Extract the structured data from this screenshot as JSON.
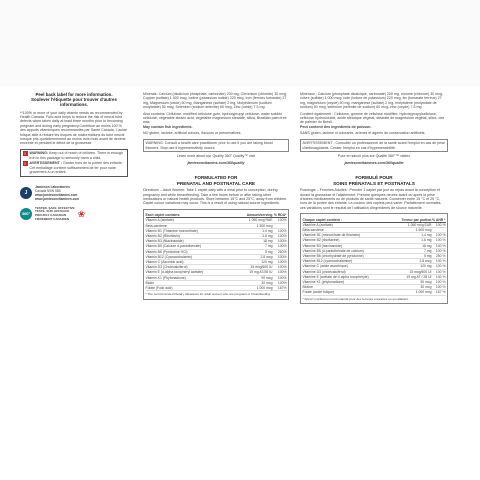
{
  "left": {
    "title_en": "Peel back label for more information.",
    "title_fr": "Soulever l'étiquette pour trouver d'autres informations.",
    "p1": "**100% or more of your daily vitamin needs as recommended by Health Canada. Folic acid helps to reduce the risk of neural tube defects when taken daily at least three months prior to becoming pregnant and during early pregnancy.Contribue au moins 100 % des apports vitaminiques recommandés par Santé Canada. L'acide folique aide à réduire les risques de malformations du tube neural lorsque pris quotidiennement au moins trois mois avant de devenir enceinte et pendant le début de la grossesse",
    "warn_en_label": "WARNING:",
    "warn_en": "Keep out of reach of children. There is enough iron in this package to seriously harm a child.",
    "warn_fr_label": "AVERTISSEMENT :",
    "warn_fr": "Garder hors de la portée des enfants. Cet emballage contient suffisamment de fer pour nuire gravement à un enfant.",
    "brand_lines": [
      "Jamieson Laboratories",
      "Canada  N9W 5B5",
      "www.jamiesonvitamins.com",
      "www.jamiesonvitamines.com"
    ],
    "badge_360": "360°",
    "badge_lines": [
      "TESTED. SAFE. EFFECTIVE",
      "TESTÉ. SÛR. EFFICACE",
      "PROUDLY CANADIAN",
      "FIÈREMENT CANADIEN"
    ]
  },
  "mid": {
    "minerals": "Minerals: Calcium (dicalcium phosphate, carbonate) 200 mg, Chromium (chloride) 30 mcg, Copper (sulfate) 1 000 mcg, Iodine (potassium iodide) 220 mcg, Iron (ferrous fumarate) 27 mg, Magnesium (oxide) 50 mg, Manganese (sulfate) 2 mg, Molybdenum (sodium molybdate) 50 mcg, Selenium (sodium selenite) 60 mcg, Zinc (oxide) 7.5 mg.",
    "also": "Also contains: Cellulose, modified cellulose gum, hydroxypropyl cellulose, water soluble cellulose, vegetable stearic acid, vegetable magnesium stearate, silica, Brazilian palm tree wax.",
    "may": "May contain fish ingredients.",
    "nil": "NO gluten, lactose, artificial colours, flavours or preservatives.",
    "warning": "WARNING: Consult a health care practitioner prior to use if you are taking blood thinners. Stop use if hypersensitivity occurs.",
    "learn": "Learn more about our Quality 360° Quality™ visit",
    "url": "jamiesonvitamins.com/360quality",
    "sup_title_1": "FORMULATED FOR",
    "sup_title_2": "PRENATAL AND POSTNATAL CARE",
    "directions": "Directions – Adult Women: Take 1 caplet daily with a meal prior to conception, during pregnancy and while breastfeeding. Take a few hours before or after taking other medications or natural health products. Store between 15°C and 25°C, away from children. Caplet colour variations may occur. This is a result of using natural source ingredients.",
    "table_head": [
      "Each caplet contains:",
      "Amount/serving",
      "% RDA*"
    ],
    "rows": [
      [
        "Vitamin A (acetate)",
        "1 050 mcg RAE",
        "100%"
      ],
      [
        "Beta-carotene",
        "1 500 mcg",
        ""
      ],
      [
        "Vitamin B1 (Thiamine mononitrate)",
        "1.4 mg",
        "100%"
      ],
      [
        "Vitamin B2 (Riboflavin)",
        "1.6 mg",
        "100%"
      ],
      [
        "Vitamin B3 (Niacinamide)",
        "18 mg",
        "100%"
      ],
      [
        "Vitamin B5 (Calcium d-pantothenate)",
        "7 mg",
        "100%"
      ],
      [
        "Vitamin B6 (Pyridoxine HCl)",
        "5 mg",
        "250%"
      ],
      [
        "Vitamin B12 (Cyanocobalamin)",
        "2.8 mcg",
        "100%"
      ],
      [
        "Vitamin C (Ascorbic acid)",
        "120 mg",
        "100%"
      ],
      [
        "Vitamin D3 (Cholecalciferol)",
        "15 mcg/600 IU",
        "100%"
      ],
      [
        "Vitamin E (d-alpha tocopheryl acetate)",
        "19 mg AT/28 IU",
        "100%"
      ],
      [
        "Vitamin K1 (Phytonadione)",
        "90 mcg",
        "100%"
      ],
      [
        "Biotin",
        "30 mcg",
        "100%"
      ],
      [
        "Folate (Folic acid)",
        "1 000 mcg",
        "167%"
      ]
    ],
    "footnote": "* The recommended Dietary Allowance for adult women who are pregnant or breastfeeding."
  },
  "right": {
    "minerals": "Minéraux : Calcium (phosphate dicalcique, carbonate) 200 mg, chrome (chlorure) 30 mcg, cuivre (sulfate) 1 000 mcg, iode (iodure de potassium) 220 mcg, fer (fumarate ferreux) 27 mg, magnésium (oxyde) 50 mg, manganèse (sulfate) 2 mg, molybdène (molybdate de sodium) 50 mcg, sélénium (sélénite de sodium) 60 mcg, zinc (oxyde) 7,5 mg.",
    "also": "Contient également : Cellulose, gomme de cellulose modifiée, hydroxypropylcellulose, cellulose hydrosoluble, acide stéarique végétal, stéarate de magnésium végétal, silice, cire de palmier du Brésil.",
    "may": "Peut contenir des ingrédients de poisson.",
    "nil": "SANS gluten, lactose ni colorants, arômes et agents de conservation artificiels.",
    "warning": "AVERTISSEMENT : Consulter un professionnel de la santé avant l'emploi en cas de prise d'anticoagulants. Cesser l'emploi en cas d'hypersensibilité.",
    "learn": "Pour en savoir plus sur Qualité 360°™ visitez",
    "url": "jamiesonvitamines.com/360qualite",
    "sup_title_1": "FORMULÉ POUR",
    "sup_title_2": "SOINS PRÉNATALS ET POSTNATALS",
    "directions": "Posologie – Femmes Adultes : Prendre 1 caplet par jour au repas avant la conception et durant la grossesse et l'allaitement. Prendre quelques heures avant ou après la prise d'autres médicaments ou de produits de santé naturels. Conserver entre 15 °C et 25 °C, hors de la portée des enfants. La couleur des caplets peut varier. Parfaitement normales, ces variations sont le résultat de l'utilisation d'ingrédients de source naturelle.",
    "table_head": [
      "Chaque caplet contient :",
      "Teneur par portion",
      "% ANR *"
    ],
    "rows": [
      [
        "Vitamine A (acétate)",
        "1 050 mcg EAR",
        "100 %"
      ],
      [
        "Bêta-carotène",
        "1 500 mcg",
        ""
      ],
      [
        "Vitamine B1 (mononitrate de thiamine)",
        "1,4 mg",
        "100 %"
      ],
      [
        "Vitamine B2 (riboflavine)",
        "1,6 mg",
        "100 %"
      ],
      [
        "Vitamine B3 (niacinamide)",
        "18 mg",
        "100 %"
      ],
      [
        "Vitamine B5 (d-pantothénate de calcium)",
        "7 mg",
        "100 %"
      ],
      [
        "Vitamine B6 (chlorhydrate de pyridoxine)",
        "5 mg",
        "250 %"
      ],
      [
        "Vitamine B12 (cyanocobalamine)",
        "2,8 mcg",
        "100 %"
      ],
      [
        "Vitamine C (acide ascorbique)",
        "120 mg",
        "100 %"
      ],
      [
        "Vitamine D3 (cholécalciférol)",
        "15 mcg/600 UI",
        "100 %"
      ],
      [
        "Vitamine E (acétate de d-alpha tocophéryle)",
        "19 mg AT / 28 UI",
        "100 %"
      ],
      [
        "Vitamine K1 (phytonadione)",
        "90 mcg",
        "100 %"
      ],
      [
        "Biotine",
        "30 mcg",
        "100 %"
      ],
      [
        "Folate (acide folique)",
        "1 000 mcg",
        "167 %"
      ]
    ],
    "footnote": "* Apport nutritionnel recommandé pour des femmes enceintes ou qui allaitent."
  }
}
